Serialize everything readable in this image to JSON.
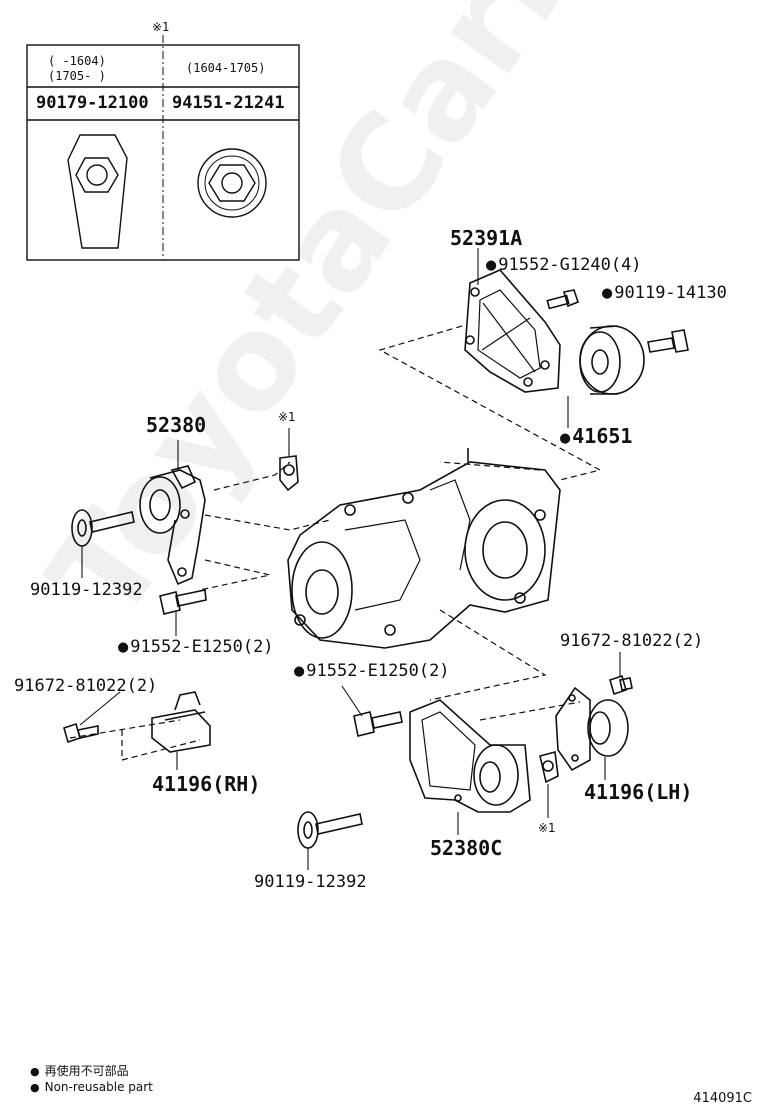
{
  "watermark": "ToyotaCarMine.ru",
  "ref_table": {
    "ref_mark": "※1",
    "col1_range1": "(      -1604)",
    "col1_range2": "(1705-      )",
    "col2_range": "(1604-1705)",
    "col1_part": "90179-12100",
    "col2_part": "94151-21241"
  },
  "labels": {
    "p52391A": "52391A",
    "p91552_G1240": "91552-G1240(4)",
    "p90119_14130": "90119-14130",
    "p41651": "41651",
    "p52380": "52380",
    "ref_a": "※1",
    "p90119_12392_a": "90119-12392",
    "p91552_E1250_a": "91552-E1250(2)",
    "p91552_E1250_b": "91552-E1250(2)",
    "p91672_81022_a": "91672-81022(2)",
    "p91672_81022_b": "91672-81022(2)",
    "p41196_RH": "41196(RH)",
    "p41196_LH": "41196(LH)",
    "p52380C": "52380C",
    "ref_b": "※1",
    "p90119_12392_b": "90119-12392"
  },
  "legend": {
    "jp": "再使用不可部品",
    "en": "Non-reusable part"
  },
  "diagram_code": "414091C"
}
